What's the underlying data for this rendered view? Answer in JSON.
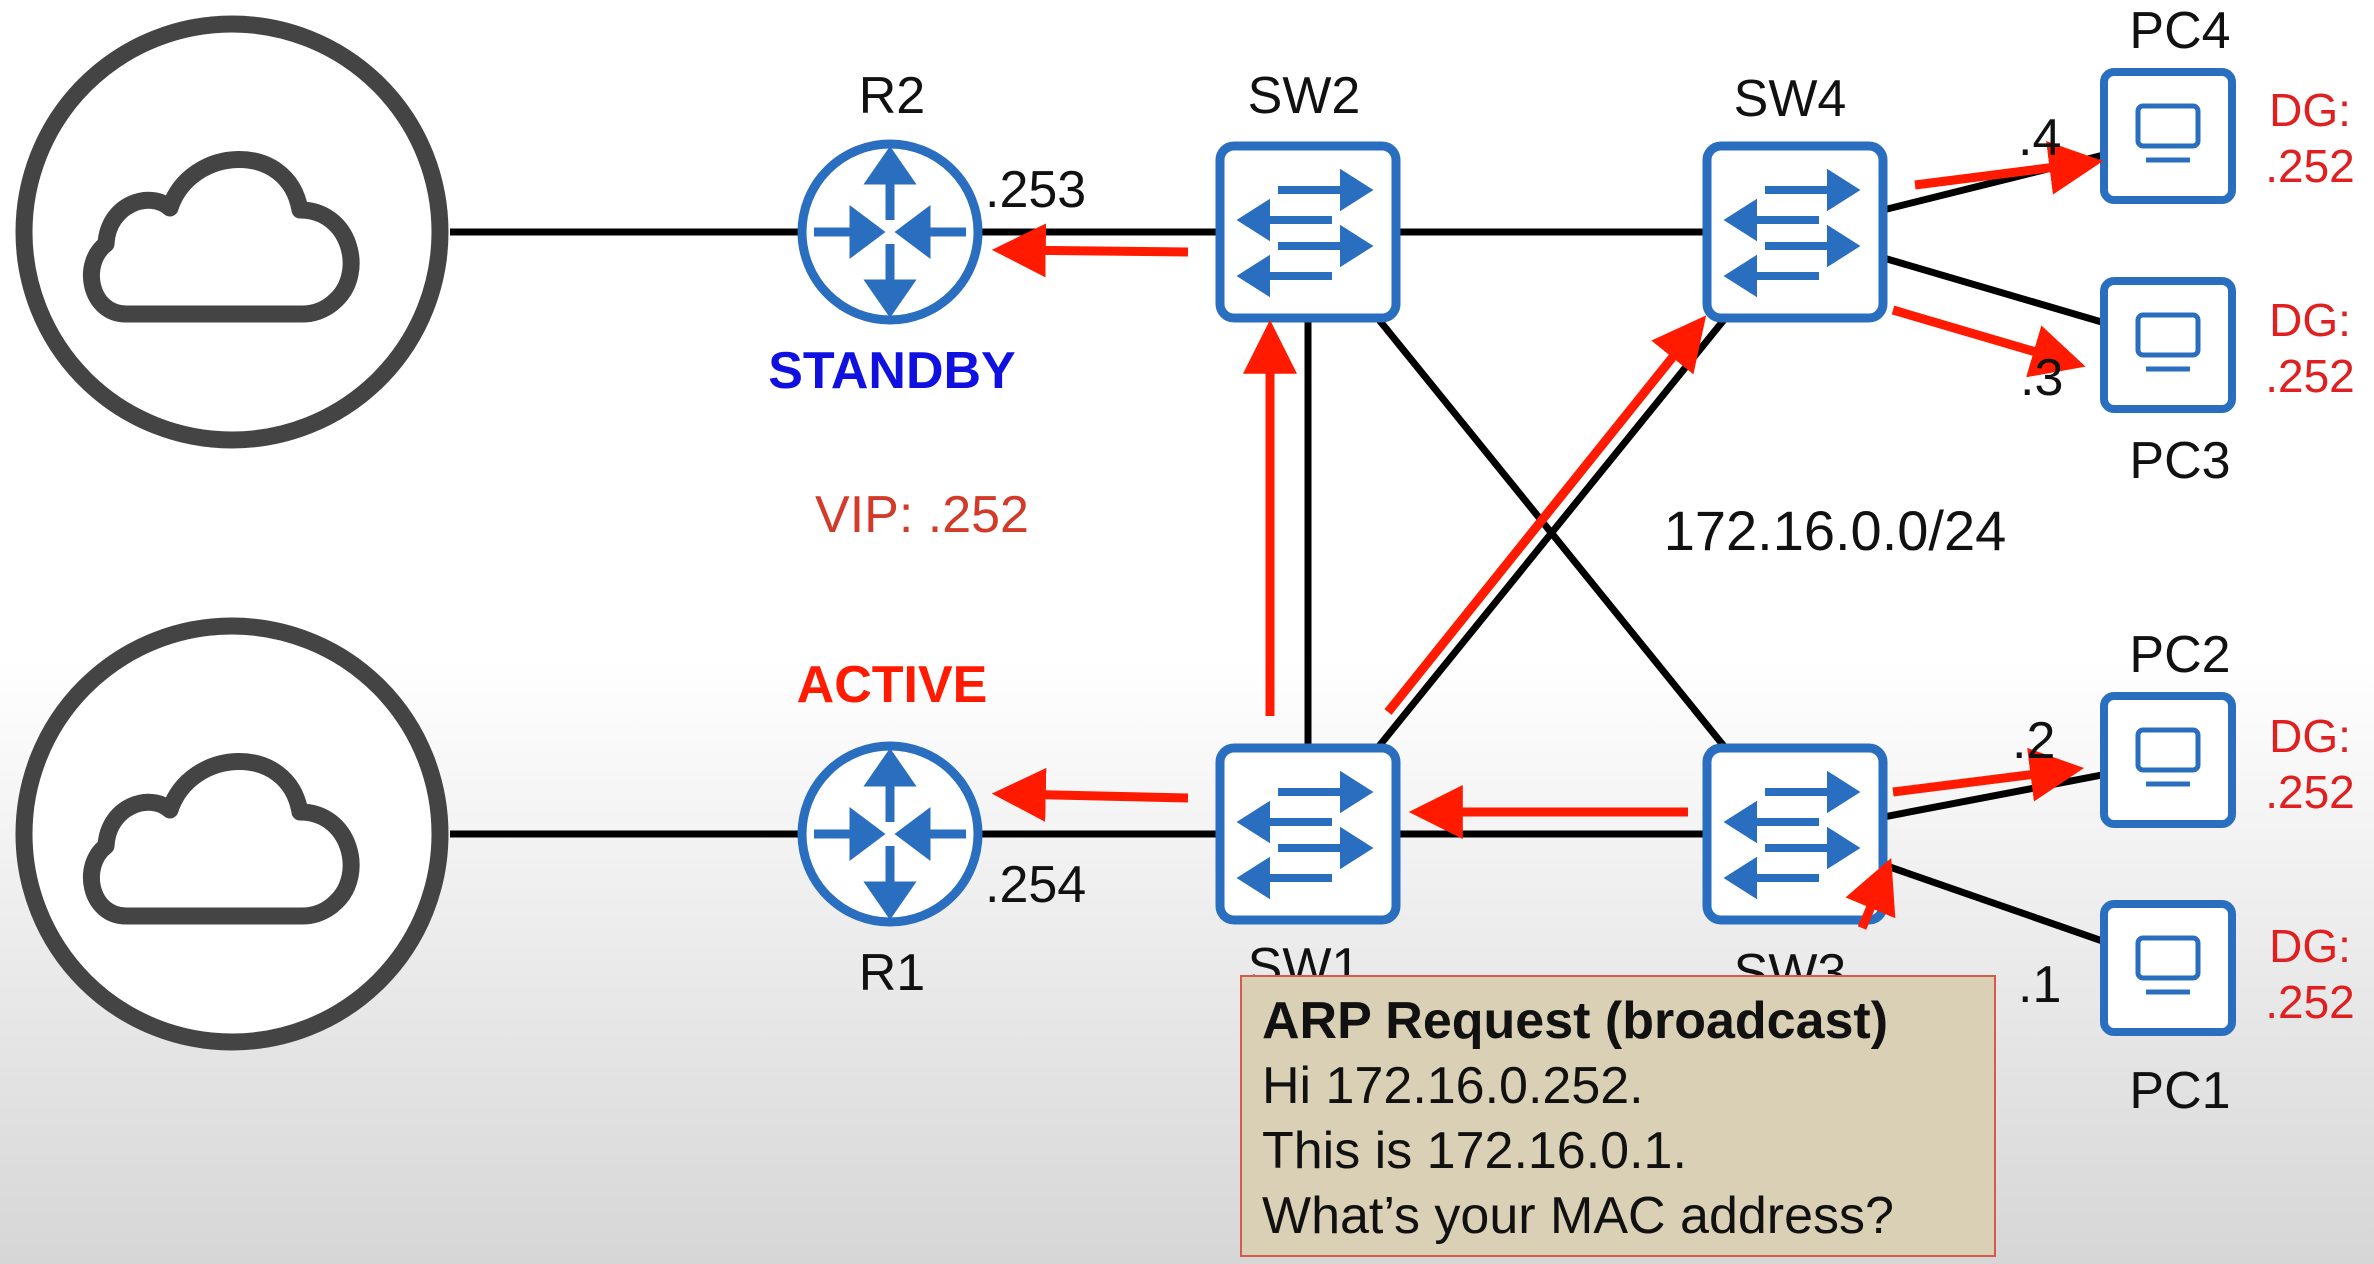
{
  "devices": {
    "r1": "R1",
    "r2": "R2",
    "sw1": "SW1",
    "sw2": "SW2",
    "sw3": "SW3",
    "sw4": "SW4",
    "pc1": "PC1",
    "pc2": "PC2",
    "pc3": "PC3",
    "pc4": "PC4"
  },
  "roles": {
    "standby": "STANDBY",
    "active": "ACTIVE"
  },
  "vip": "VIP: .252",
  "subnet": "172.16.0.0/24",
  "iface": {
    "r2": ".253",
    "r1": ".254",
    "pc1": ".1",
    "pc2": ".2",
    "pc3": ".3",
    "pc4": ".4"
  },
  "dg": {
    "label": "DG:",
    "value": ".252"
  },
  "arp": {
    "title": "ARP Request (broadcast)",
    "line1": "Hi 172.16.0.252.",
    "line2": "This is 172.16.0.1.",
    "line3": "What’s your MAC address?"
  },
  "colors": {
    "device_blue": "#2a6ebf",
    "flow_red": "#ff1a00",
    "standby_blue": "#1010e0",
    "vip_red": "#d23a2a",
    "dg_red": "#e02020",
    "cloud_gray": "#444444"
  },
  "icons": [
    "cloud-icon",
    "router-icon",
    "switch-icon",
    "pc-icon"
  ]
}
